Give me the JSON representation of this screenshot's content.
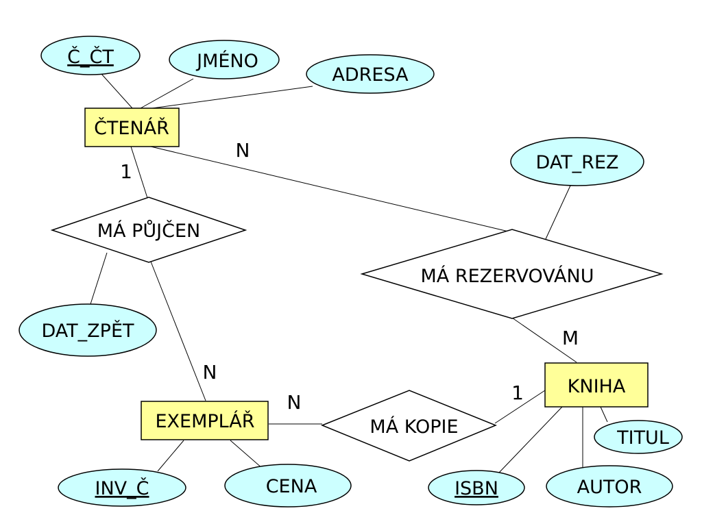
{
  "colors": {
    "attribute_fill": "#ccffff",
    "entity_fill": "#ffff99",
    "relationship_fill": "#ffffff",
    "stroke": "#000000"
  },
  "entities": {
    "ctenar": "ČTENÁŘ",
    "exemplar": "EXEMPLÁŘ",
    "kniha": "KNIHA"
  },
  "relationships": {
    "ma_pujcen": "MÁ PŮJČEN",
    "ma_rezervovanu": "MÁ REZERVOVÁNU",
    "ma_kopie": "MÁ KOPIE"
  },
  "attributes": {
    "c_ct": "Č_ČT",
    "jmeno": "JMÉNO",
    "adresa": "ADRESA",
    "dat_rez": "DAT_REZ",
    "dat_zpet": "DAT_ZPĚT",
    "inv_c": "INV_Č",
    "cena": "CENA",
    "isbn": "ISBN",
    "autor": "AUTOR",
    "titul": "TITUL"
  },
  "cardinalities": {
    "ctenar_pujcen": "1",
    "pujcen_exemplar": "N",
    "ctenar_rezerv": "N",
    "rezerv_kniha": "M",
    "exemplar_kopie": "N",
    "kopie_kniha": "1"
  }
}
